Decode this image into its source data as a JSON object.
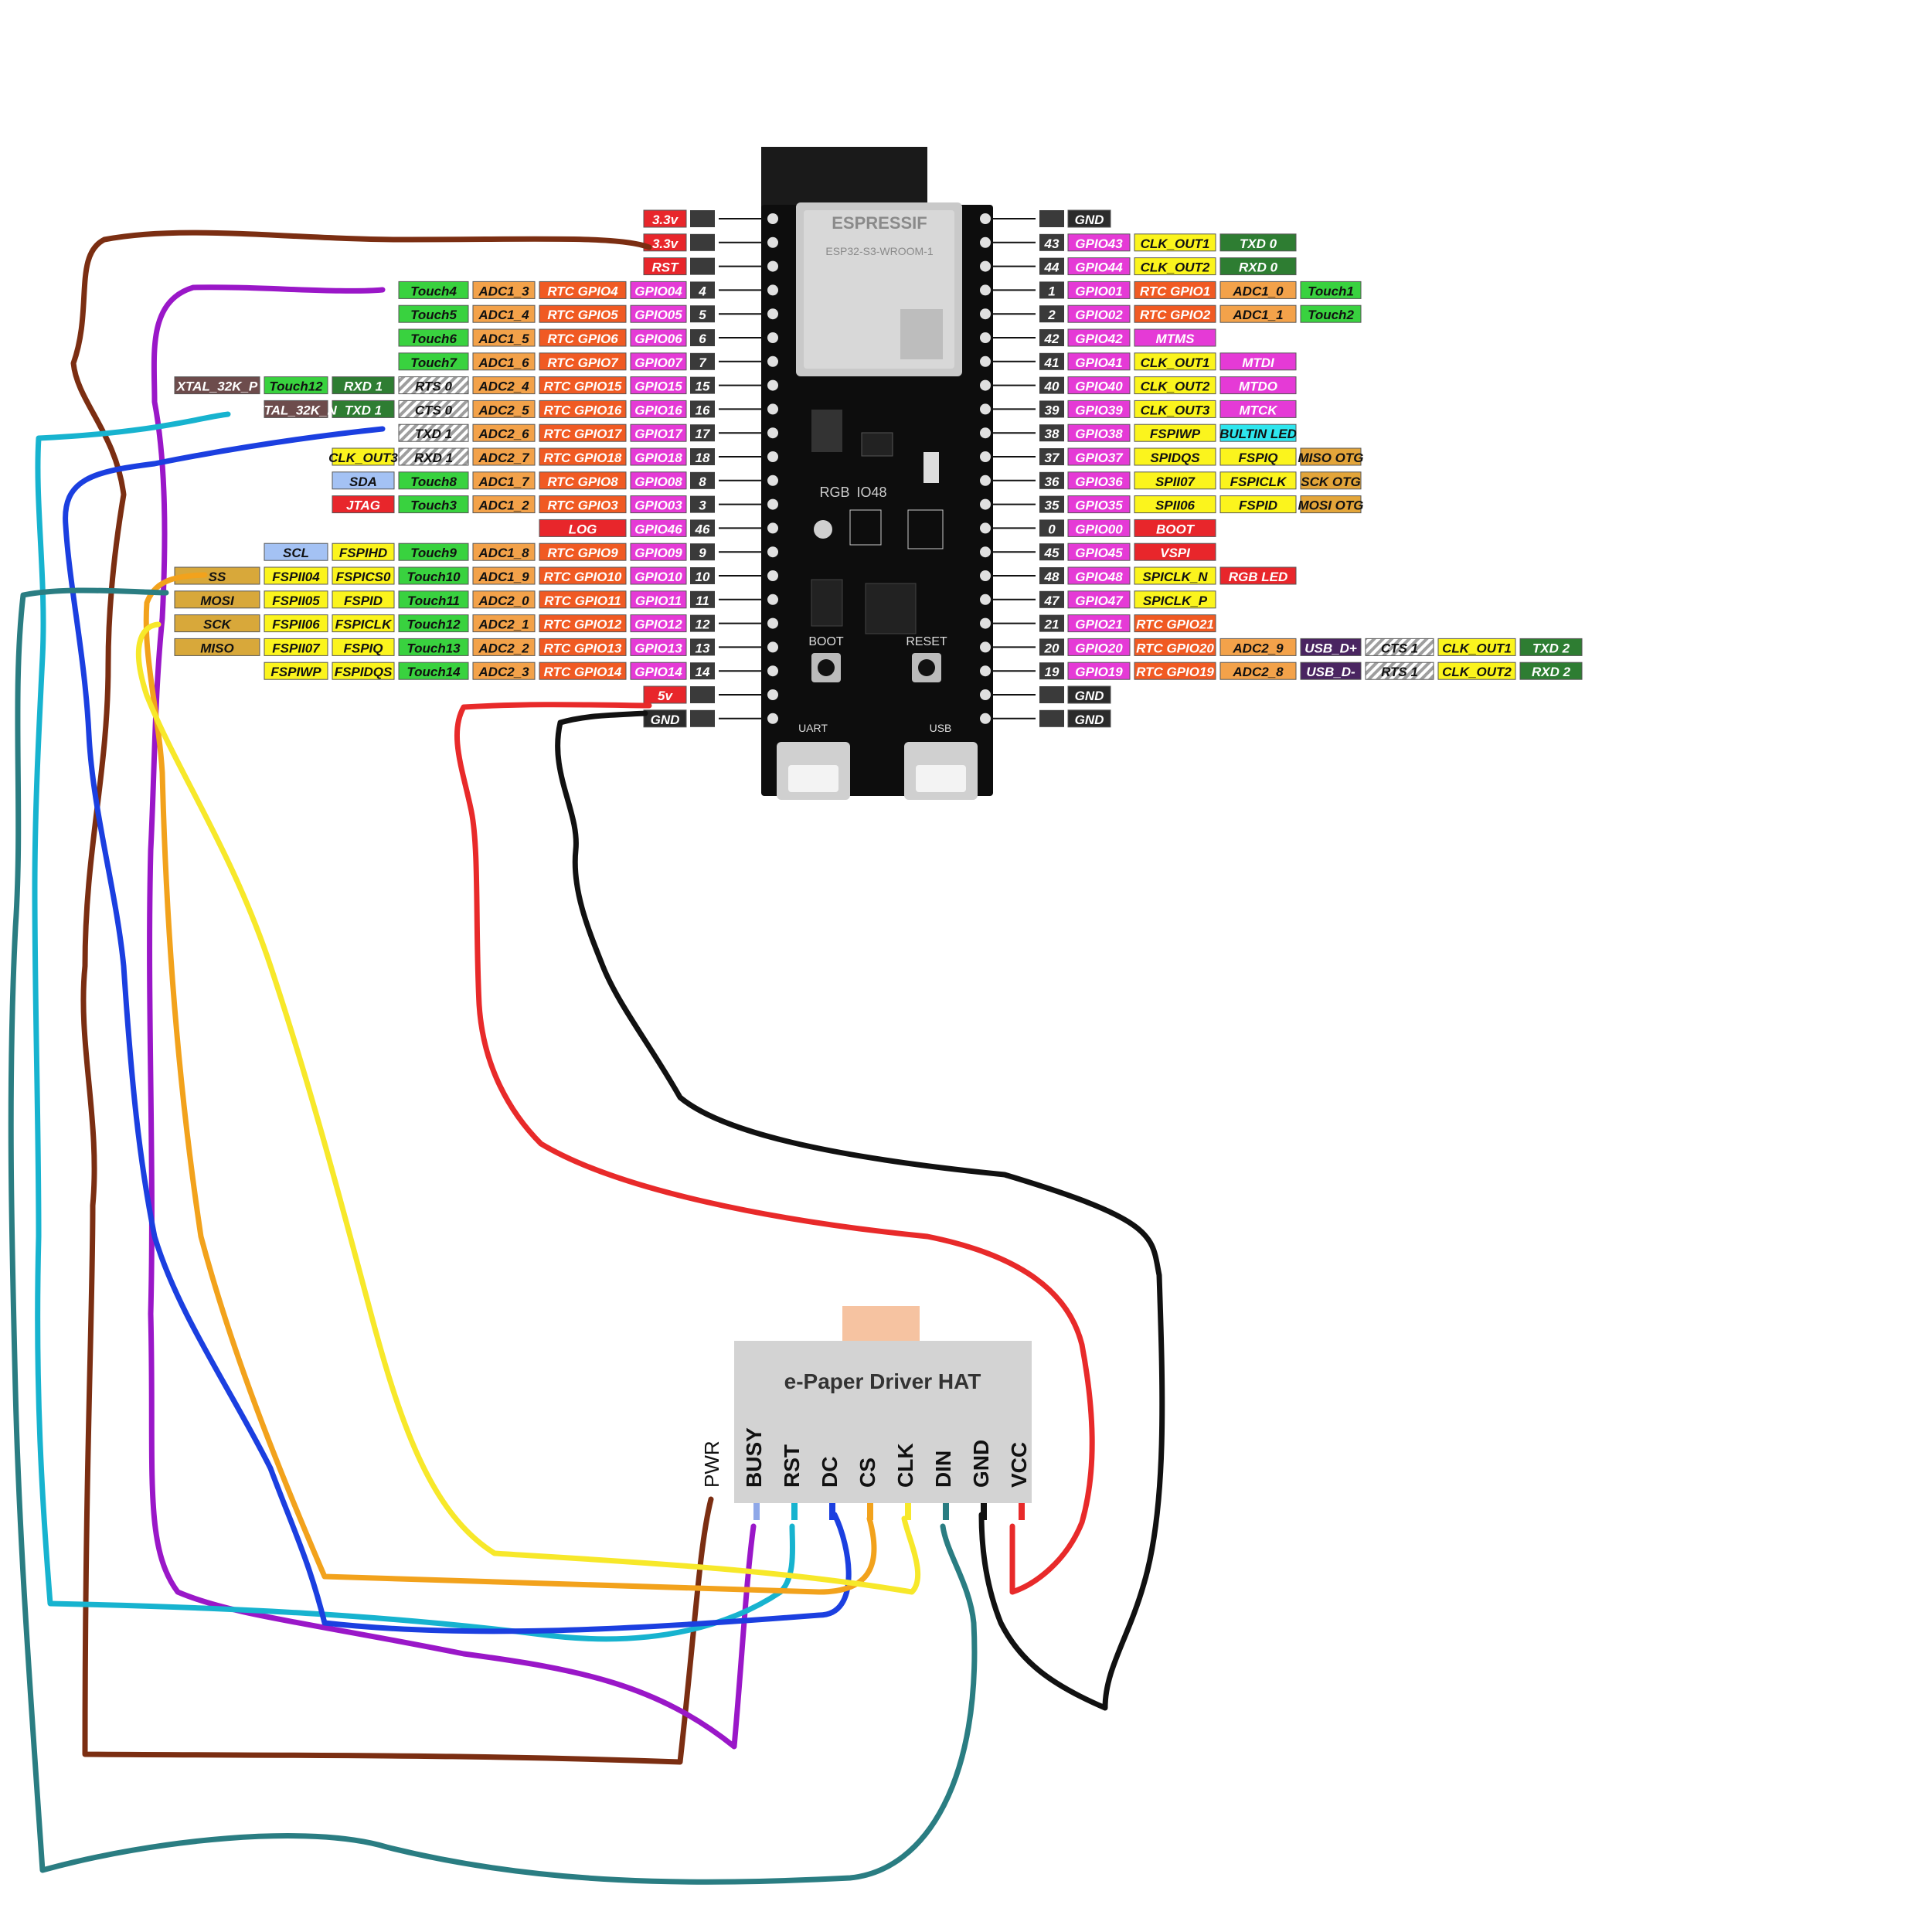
{
  "colors": {
    "power": "#e8262b",
    "gnd": "#2b2b2b",
    "pin_num": "#3a3a3a",
    "gpio": "#e53ad6",
    "rtc": "#f05a23",
    "adc": "#f3a24a",
    "touch": "#39d23f",
    "spi_yellow": "#fbf41d",
    "uart_green": "#2e7d32",
    "xtal": "#6d4c4c",
    "sda_scl": "#a4c2f4",
    "jtag": "#e8262b",
    "cyan": "#2ee6ee",
    "spi_tan": "#d8a83a",
    "usb": "#4a2561",
    "striped": "#bdbdbd",
    "miso_otg": "#e3a53a",
    "mtdx": "#e53ad6",
    "mtms": "#e53ad6",
    "vspi": "#e8262b",
    "wire_brown": "#7b2e12",
    "wire_purple": "#9a17c8",
    "wire_cyan": "#17b3cf",
    "wire_blue": "#1b3fe0",
    "wire_teal": "#2a7d82",
    "wire_orange": "#f2a21c",
    "wire_yellow": "#f7e82a",
    "wire_red": "#e82a2a",
    "wire_black": "#111111"
  },
  "board": {
    "module_brand": "ESPRESSIF",
    "module_model": "ESP32-S3-WROOM-1",
    "rgb_label": "RGB",
    "rgb_gpio": "IO48",
    "boot_label": "BOOT",
    "reset_label": "RESET",
    "uart_label": "UART",
    "usb_label": "USB"
  },
  "left_pins": [
    {
      "num": "",
      "labels": [
        {
          "t": "3.3v",
          "c": "power"
        }
      ]
    },
    {
      "num": "",
      "labels": [
        {
          "t": "3.3v",
          "c": "power"
        }
      ]
    },
    {
      "num": "",
      "labels": [
        {
          "t": "RST",
          "c": "power"
        }
      ]
    },
    {
      "num": "4",
      "labels": [
        {
          "t": "GPIO04",
          "c": "gpio"
        },
        {
          "t": "RTC GPIO4",
          "c": "rtc"
        },
        {
          "t": "ADC1_3",
          "c": "adc"
        },
        {
          "t": "Touch4",
          "c": "touch"
        }
      ]
    },
    {
      "num": "5",
      "labels": [
        {
          "t": "GPIO05",
          "c": "gpio"
        },
        {
          "t": "RTC GPIO5",
          "c": "rtc"
        },
        {
          "t": "ADC1_4",
          "c": "adc"
        },
        {
          "t": "Touch5",
          "c": "touch"
        }
      ]
    },
    {
      "num": "6",
      "labels": [
        {
          "t": "GPIO06",
          "c": "gpio"
        },
        {
          "t": "RTC GPIO6",
          "c": "rtc"
        },
        {
          "t": "ADC1_5",
          "c": "adc"
        },
        {
          "t": "Touch6",
          "c": "touch"
        }
      ]
    },
    {
      "num": "7",
      "labels": [
        {
          "t": "GPIO07",
          "c": "gpio"
        },
        {
          "t": "RTC GPIO7",
          "c": "rtc"
        },
        {
          "t": "ADC1_6",
          "c": "adc"
        },
        {
          "t": "Touch7",
          "c": "touch"
        }
      ]
    },
    {
      "num": "15",
      "labels": [
        {
          "t": "GPIO15",
          "c": "gpio"
        },
        {
          "t": "RTC GPIO15",
          "c": "rtc"
        },
        {
          "t": "ADC2_4",
          "c": "adc"
        },
        {
          "t": "RTS 0",
          "c": "striped"
        },
        {
          "t": "RXD 1",
          "c": "uart_green"
        },
        {
          "t": "Touch12",
          "c": "touch"
        },
        {
          "t": "XTAL_32K_P",
          "c": "xtal"
        }
      ]
    },
    {
      "num": "16",
      "labels": [
        {
          "t": "GPIO16",
          "c": "gpio"
        },
        {
          "t": "RTC GPIO16",
          "c": "rtc"
        },
        {
          "t": "ADC2_5",
          "c": "adc"
        },
        {
          "t": "CTS 0",
          "c": "striped"
        },
        {
          "t": "TXD 1",
          "c": "uart_green"
        },
        {
          "t": "XTAL_32K_N",
          "c": "xtal"
        }
      ]
    },
    {
      "num": "17",
      "labels": [
        {
          "t": "GPIO17",
          "c": "gpio"
        },
        {
          "t": "RTC GPIO17",
          "c": "rtc"
        },
        {
          "t": "ADC2_6",
          "c": "adc"
        },
        {
          "t": "TXD 1",
          "c": "striped"
        }
      ]
    },
    {
      "num": "18",
      "labels": [
        {
          "t": "GPIO18",
          "c": "gpio"
        },
        {
          "t": "RTC GPIO18",
          "c": "rtc"
        },
        {
          "t": "ADC2_7",
          "c": "adc"
        },
        {
          "t": "RXD 1",
          "c": "striped"
        },
        {
          "t": "CLK_OUT3",
          "c": "spi_yellow"
        }
      ]
    },
    {
      "num": "8",
      "labels": [
        {
          "t": "GPIO08",
          "c": "gpio"
        },
        {
          "t": "RTC GPIO8",
          "c": "rtc"
        },
        {
          "t": "ADC1_7",
          "c": "adc"
        },
        {
          "t": "Touch8",
          "c": "touch"
        },
        {
          "t": "SDA",
          "c": "sda_scl"
        }
      ]
    },
    {
      "num": "3",
      "labels": [
        {
          "t": "GPIO03",
          "c": "gpio"
        },
        {
          "t": "RTC GPIO3",
          "c": "rtc"
        },
        {
          "t": "ADC1_2",
          "c": "adc"
        },
        {
          "t": "Touch3",
          "c": "touch"
        },
        {
          "t": "JTAG",
          "c": "jtag"
        }
      ]
    },
    {
      "num": "46",
      "labels": [
        {
          "t": "GPIO46",
          "c": "gpio"
        },
        {
          "t": "LOG",
          "c": "power"
        }
      ]
    },
    {
      "num": "9",
      "labels": [
        {
          "t": "GPIO09",
          "c": "gpio"
        },
        {
          "t": "RTC GPIO9",
          "c": "rtc"
        },
        {
          "t": "ADC1_8",
          "c": "adc"
        },
        {
          "t": "Touch9",
          "c": "touch"
        },
        {
          "t": "FSPIHD",
          "c": "spi_yellow"
        },
        {
          "t": "SCL",
          "c": "sda_scl"
        }
      ]
    },
    {
      "num": "10",
      "labels": [
        {
          "t": "GPIO10",
          "c": "gpio"
        },
        {
          "t": "RTC GPIO10",
          "c": "rtc"
        },
        {
          "t": "ADC1_9",
          "c": "adc"
        },
        {
          "t": "Touch10",
          "c": "touch"
        },
        {
          "t": "FSPICS0",
          "c": "spi_yellow"
        },
        {
          "t": "FSPII04",
          "c": "spi_yellow"
        },
        {
          "t": "SS",
          "c": "spi_tan"
        }
      ]
    },
    {
      "num": "11",
      "labels": [
        {
          "t": "GPIO11",
          "c": "gpio"
        },
        {
          "t": "RTC GPIO11",
          "c": "rtc"
        },
        {
          "t": "ADC2_0",
          "c": "adc"
        },
        {
          "t": "Touch11",
          "c": "touch"
        },
        {
          "t": "FSPID",
          "c": "spi_yellow"
        },
        {
          "t": "FSPII05",
          "c": "spi_yellow"
        },
        {
          "t": "MOSI",
          "c": "spi_tan"
        }
      ]
    },
    {
      "num": "12",
      "labels": [
        {
          "t": "GPIO12",
          "c": "gpio"
        },
        {
          "t": "RTC GPIO12",
          "c": "rtc"
        },
        {
          "t": "ADC2_1",
          "c": "adc"
        },
        {
          "t": "Touch12",
          "c": "touch"
        },
        {
          "t": "FSPICLK",
          "c": "spi_yellow"
        },
        {
          "t": "FSPII06",
          "c": "spi_yellow"
        },
        {
          "t": "SCK",
          "c": "spi_tan"
        }
      ]
    },
    {
      "num": "13",
      "labels": [
        {
          "t": "GPIO13",
          "c": "gpio"
        },
        {
          "t": "RTC GPIO13",
          "c": "rtc"
        },
        {
          "t": "ADC2_2",
          "c": "adc"
        },
        {
          "t": "Touch13",
          "c": "touch"
        },
        {
          "t": "FSPIQ",
          "c": "spi_yellow"
        },
        {
          "t": "FSPII07",
          "c": "spi_yellow"
        },
        {
          "t": "MISO",
          "c": "spi_tan"
        }
      ]
    },
    {
      "num": "14",
      "labels": [
        {
          "t": "GPIO14",
          "c": "gpio"
        },
        {
          "t": "RTC GPIO14",
          "c": "rtc"
        },
        {
          "t": "ADC2_3",
          "c": "adc"
        },
        {
          "t": "Touch14",
          "c": "touch"
        },
        {
          "t": "FSPIDQS",
          "c": "spi_yellow"
        },
        {
          "t": "FSPIWP",
          "c": "spi_yellow"
        }
      ]
    },
    {
      "num": "",
      "labels": [
        {
          "t": "5v",
          "c": "power"
        }
      ]
    },
    {
      "num": "",
      "labels": [
        {
          "t": "GND",
          "c": "gnd"
        }
      ]
    }
  ],
  "right_pins": [
    {
      "num": "",
      "labels": [
        {
          "t": "GND",
          "c": "gnd"
        }
      ]
    },
    {
      "num": "43",
      "labels": [
        {
          "t": "GPIO43",
          "c": "gpio"
        },
        {
          "t": "CLK_OUT1",
          "c": "spi_yellow"
        },
        {
          "t": "TXD 0",
          "c": "uart_green"
        }
      ]
    },
    {
      "num": "44",
      "labels": [
        {
          "t": "GPIO44",
          "c": "gpio"
        },
        {
          "t": "CLK_OUT2",
          "c": "spi_yellow"
        },
        {
          "t": "RXD 0",
          "c": "uart_green"
        }
      ]
    },
    {
      "num": "1",
      "labels": [
        {
          "t": "GPIO01",
          "c": "gpio"
        },
        {
          "t": "RTC GPIO1",
          "c": "rtc"
        },
        {
          "t": "ADC1_0",
          "c": "adc"
        },
        {
          "t": "Touch1",
          "c": "touch"
        }
      ]
    },
    {
      "num": "2",
      "labels": [
        {
          "t": "GPIO02",
          "c": "gpio"
        },
        {
          "t": "RTC GPIO2",
          "c": "rtc"
        },
        {
          "t": "ADC1_1",
          "c": "adc"
        },
        {
          "t": "Touch2",
          "c": "touch"
        }
      ]
    },
    {
      "num": "42",
      "labels": [
        {
          "t": "GPIO42",
          "c": "gpio"
        },
        {
          "t": "MTMS",
          "c": "mtms"
        }
      ]
    },
    {
      "num": "41",
      "labels": [
        {
          "t": "GPIO41",
          "c": "gpio"
        },
        {
          "t": "CLK_OUT1",
          "c": "spi_yellow"
        },
        {
          "t": "MTDI",
          "c": "mtdx"
        }
      ]
    },
    {
      "num": "40",
      "labels": [
        {
          "t": "GPIO40",
          "c": "gpio"
        },
        {
          "t": "CLK_OUT2",
          "c": "spi_yellow"
        },
        {
          "t": "MTDO",
          "c": "mtdx"
        }
      ]
    },
    {
      "num": "39",
      "labels": [
        {
          "t": "GPIO39",
          "c": "gpio"
        },
        {
          "t": "CLK_OUT3",
          "c": "spi_yellow"
        },
        {
          "t": "MTCK",
          "c": "mtdx"
        }
      ]
    },
    {
      "num": "38",
      "labels": [
        {
          "t": "GPIO38",
          "c": "gpio"
        },
        {
          "t": "FSPIWP",
          "c": "spi_yellow"
        },
        {
          "t": "BULTIN LED",
          "c": "cyan"
        }
      ]
    },
    {
      "num": "37",
      "labels": [
        {
          "t": "GPIO37",
          "c": "gpio"
        },
        {
          "t": "SPIDQS",
          "c": "spi_yellow"
        },
        {
          "t": "FSPIQ",
          "c": "spi_yellow"
        },
        {
          "t": "MISO OTG",
          "c": "miso_otg"
        }
      ]
    },
    {
      "num": "36",
      "labels": [
        {
          "t": "GPIO36",
          "c": "gpio"
        },
        {
          "t": "SPII07",
          "c": "spi_yellow"
        },
        {
          "t": "FSPICLK",
          "c": "spi_yellow"
        },
        {
          "t": "SCK OTG",
          "c": "miso_otg"
        }
      ]
    },
    {
      "num": "35",
      "labels": [
        {
          "t": "GPIO35",
          "c": "gpio"
        },
        {
          "t": "SPII06",
          "c": "spi_yellow"
        },
        {
          "t": "FSPID",
          "c": "spi_yellow"
        },
        {
          "t": "MOSI OTG",
          "c": "miso_otg"
        }
      ]
    },
    {
      "num": "0",
      "labels": [
        {
          "t": "GPIO00",
          "c": "gpio"
        },
        {
          "t": "BOOT",
          "c": "power"
        }
      ]
    },
    {
      "num": "45",
      "labels": [
        {
          "t": "GPIO45",
          "c": "gpio"
        },
        {
          "t": "VSPI",
          "c": "vspi"
        }
      ]
    },
    {
      "num": "48",
      "labels": [
        {
          "t": "GPIO48",
          "c": "gpio"
        },
        {
          "t": "SPICLK_N",
          "c": "spi_yellow"
        },
        {
          "t": "RGB LED",
          "c": "power"
        }
      ]
    },
    {
      "num": "47",
      "labels": [
        {
          "t": "GPIO47",
          "c": "gpio"
        },
        {
          "t": "SPICLK_P",
          "c": "spi_yellow"
        }
      ]
    },
    {
      "num": "21",
      "labels": [
        {
          "t": "GPIO21",
          "c": "gpio"
        },
        {
          "t": "RTC GPIO21",
          "c": "rtc"
        }
      ]
    },
    {
      "num": "20",
      "labels": [
        {
          "t": "GPIO20",
          "c": "gpio"
        },
        {
          "t": "RTC GPIO20",
          "c": "rtc"
        },
        {
          "t": "ADC2_9",
          "c": "adc"
        },
        {
          "t": "USB_D+",
          "c": "usb"
        },
        {
          "t": "CTS 1",
          "c": "striped"
        },
        {
          "t": "CLK_OUT1",
          "c": "spi_yellow"
        },
        {
          "t": "TXD 2",
          "c": "uart_green"
        }
      ]
    },
    {
      "num": "19",
      "labels": [
        {
          "t": "GPIO19",
          "c": "gpio"
        },
        {
          "t": "RTC GPIO19",
          "c": "rtc"
        },
        {
          "t": "ADC2_8",
          "c": "adc"
        },
        {
          "t": "USB_D-",
          "c": "usb"
        },
        {
          "t": "RTS 1",
          "c": "striped"
        },
        {
          "t": "CLK_OUT2",
          "c": "spi_yellow"
        },
        {
          "t": "RXD 2",
          "c": "uart_green"
        }
      ]
    },
    {
      "num": "",
      "labels": [
        {
          "t": "GND",
          "c": "gnd"
        }
      ]
    },
    {
      "num": "",
      "labels": [
        {
          "t": "GND",
          "c": "gnd"
        }
      ]
    }
  ],
  "hat": {
    "title": "e-Paper Driver HAT",
    "pwr_label": "PWR",
    "pins": [
      "BUSY",
      "RST",
      "DC",
      "CS",
      "CLK",
      "DIN",
      "GND",
      "VCC"
    ],
    "pin_colors": [
      "#8fa8e8",
      "#17b3cf",
      "#1b3fe0",
      "#f2a21c",
      "#f7e82a",
      "#2a7d82",
      "#111111",
      "#e82a2a"
    ]
  },
  "wires": [
    {
      "name": "pwr",
      "color": "wire_brown"
    },
    {
      "name": "busy",
      "color": "wire_purple"
    },
    {
      "name": "rst",
      "color": "wire_cyan"
    },
    {
      "name": "dc",
      "color": "wire_blue"
    },
    {
      "name": "cs",
      "color": "wire_orange"
    },
    {
      "name": "clk",
      "color": "wire_yellow"
    },
    {
      "name": "din",
      "color": "wire_teal"
    },
    {
      "name": "gnd",
      "color": "wire_black"
    },
    {
      "name": "vcc",
      "color": "wire_red"
    }
  ]
}
